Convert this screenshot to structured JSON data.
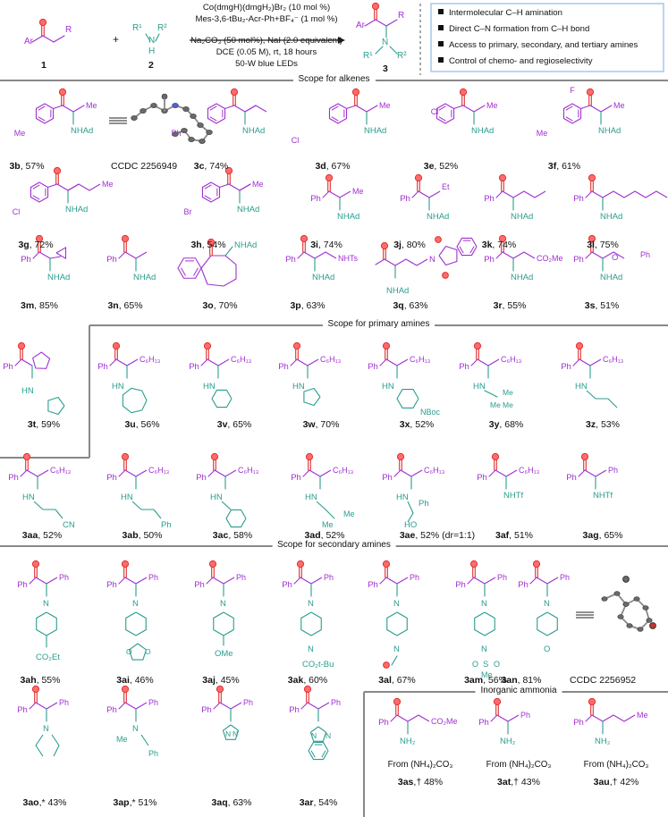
{
  "header": {
    "compound_1": "1",
    "compound_2": "2",
    "compound_3": "3",
    "plus": "+",
    "conditions": [
      "Co(dmgH)(dmgH₂)Br₂ (10 mol %)",
      "Mes-3,6-tBu₂-Acr-Ph+BF₄⁻ (1 mol %)",
      "Na₂CO₃ (50 mol%), NaI (2.0 equivalent)",
      "DCE (0.05 M), rt, 18 hours",
      "50-W blue LEDs"
    ],
    "features": [
      "Intermolecular C–H amination",
      "Direct C–N formation from C–H bond",
      "Access to primary, secondary, and tertiary amines",
      "Control of chemo- and regioselectivity"
    ]
  },
  "sections": {
    "alkenes": "Scope for alkenes",
    "primary": "Scope for primary amines",
    "secondary": "Scope for secondary amines",
    "ammonia": "Inorganic ammonia"
  },
  "ccdc": [
    "CCDC 2256949",
    "CCDC 2256952"
  ],
  "ammonia_source": "From (NH₄)₂CO₃",
  "compounds": [
    {
      "id": "3b",
      "yield": ", 57%"
    },
    {
      "id": "3c",
      "yield": ", 74%"
    },
    {
      "id": "3d",
      "yield": ", 67%"
    },
    {
      "id": "3e",
      "yield": ", 52%"
    },
    {
      "id": "3f",
      "yield": ", 61%"
    },
    {
      "id": "3g",
      "yield": ", 72%"
    },
    {
      "id": "3h",
      "yield": ", 54%"
    },
    {
      "id": "3i",
      "yield": ", 74%"
    },
    {
      "id": "3j",
      "yield": ", 80%"
    },
    {
      "id": "3k",
      "yield": ", 74%"
    },
    {
      "id": "3l",
      "yield": ", 75%"
    },
    {
      "id": "3m",
      "yield": ", 85%"
    },
    {
      "id": "3n",
      "yield": ", 65%"
    },
    {
      "id": "3o",
      "yield": ", 70%"
    },
    {
      "id": "3p",
      "yield": ", 63%"
    },
    {
      "id": "3q",
      "yield": ", 63%"
    },
    {
      "id": "3r",
      "yield": ", 55%"
    },
    {
      "id": "3s",
      "yield": ", 51%"
    },
    {
      "id": "3t",
      "yield": ", 59%"
    },
    {
      "id": "3u",
      "yield": ", 56%"
    },
    {
      "id": "3v",
      "yield": ", 65%"
    },
    {
      "id": "3w",
      "yield": ", 70%"
    },
    {
      "id": "3x",
      "yield": ", 52%"
    },
    {
      "id": "3y",
      "yield": ", 68%"
    },
    {
      "id": "3z",
      "yield": ", 53%"
    },
    {
      "id": "3aa",
      "yield": ", 52%"
    },
    {
      "id": "3ab",
      "yield": ", 50%"
    },
    {
      "id": "3ac",
      "yield": ", 58%"
    },
    {
      "id": "3ad",
      "yield": ", 52%"
    },
    {
      "id": "3ae",
      "yield": ", 52% (dr=1:1)"
    },
    {
      "id": "3af",
      "yield": ", 51%"
    },
    {
      "id": "3ag",
      "yield": ", 65%"
    },
    {
      "id": "3ah",
      "yield": ", 55%"
    },
    {
      "id": "3ai",
      "yield": ", 46%"
    },
    {
      "id": "3aj",
      "yield": ", 45%"
    },
    {
      "id": "3ak",
      "yield": ", 60%"
    },
    {
      "id": "3al",
      "yield": ", 67%"
    },
    {
      "id": "3am",
      "yield": ", 56%"
    },
    {
      "id": "3an",
      "yield": ", 81%"
    },
    {
      "id": "3ao",
      "yield": ",* 43%"
    },
    {
      "id": "3ap",
      "yield": ",* 51%"
    },
    {
      "id": "3aq",
      "yield": ", 63%"
    },
    {
      "id": "3ar",
      "yield": ", 54%"
    },
    {
      "id": "3as",
      "yield": ",† 48%"
    },
    {
      "id": "3at",
      "yield": ",† 43%"
    },
    {
      "id": "3au",
      "yield": ",† 42%"
    }
  ],
  "labels": {
    "Ar": "Ar",
    "R": "R",
    "R1": "R¹",
    "R2": "R²",
    "N": "N",
    "H": "H",
    "Me": "Me",
    "Et": "Et",
    "Ph": "Ph",
    "Cl": "Cl",
    "Br": "Br",
    "F": "F",
    "NHAd": "NHAd",
    "NHTs": "NHTs",
    "NHTf": "NHTf",
    "CO2Me": "CO₂Me",
    "CO2Et": "CO₂Et",
    "CO2tBu": "CO₂t-Bu",
    "OMe": "OMe",
    "O": "O",
    "NBoc": "NBoc",
    "CN": "CN",
    "HO": "HO",
    "HN": "HN",
    "NH2": "NH₂",
    "C6H13": "C₆H₁₃",
    "S": "S"
  },
  "colors": {
    "ketone_o": "#e03030",
    "alkyl_purple": "#a030d0",
    "amine_teal": "#2a9d8f",
    "ring_purple": "#8a2be2",
    "text": "#111111",
    "rule": "#888888"
  }
}
